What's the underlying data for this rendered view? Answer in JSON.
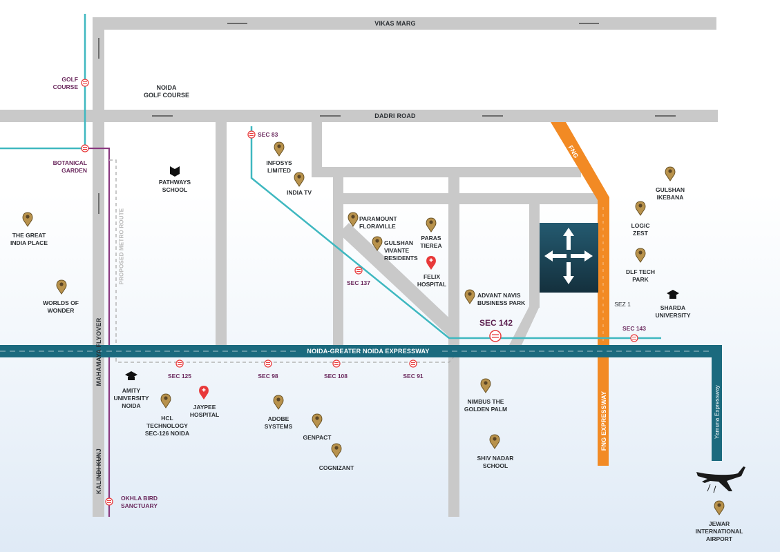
{
  "roads": {
    "vikas_marg": "VIKAS MARG",
    "dadri_road": "DADRI ROAD",
    "noida_greater_noida_expressway": "NOIDA-GREATER NOIDA EXPRESSWAY",
    "mahamaya_flyover": "MAHAMAYA FLYOVER",
    "kalindi_kunj": "KALINDI KUNJ",
    "fng": "FNG",
    "fng_expressway": "FNG EXPRESSWAY",
    "yamuna_expressway": "Yamuna Expressway",
    "proposed_metro_route": "PROPOSED METRO ROUTE"
  },
  "areas": {
    "noida_golf_course": "NOIDA\nGOLF COURSE",
    "sez1": "SEZ 1"
  },
  "metro_stations": {
    "golf_course": "GOLF\nCOURSE",
    "botanical_garden": "BOTANICAL\nGARDEN",
    "okhla_bird_sanctuary": "OKHLA BIRD\nSANCTUARY",
    "sec83": "SEC 83",
    "sec137": "SEC 137",
    "sec142": "SEC 142",
    "sec143": "SEC 143",
    "sec125": "SEC 125",
    "sec98": "SEC 98",
    "sec108": "SEC 108",
    "sec91": "SEC 91"
  },
  "places": {
    "the_great_india_place": "THE GREAT\nINDIA PLACE",
    "worlds_of_wonder": "WORLDS OF\nWONDER",
    "pathways_school": "PATHWAYS\nSCHOOL",
    "infosys": "INFOSYS\nLIMITED",
    "india_tv": "INDIA TV",
    "paramount": "PARAMOUNT\nFLORAVILLE",
    "gulshan_vivante": "GULSHAN\nVIVANTE\nRESIDENTS",
    "paras_tierea": "PARAS\nTIEREA",
    "felix_hospital": "FELIX\nHOSPITAL",
    "advant_navis": "ADVANT NAVIS\nBUSINESS PARK",
    "gulshan_ikebana": "GULSHAN\nIKEBANA",
    "logic_zest": "LOGIC\nZEST",
    "dlf_tech_park": "DLF TECH\nPARK",
    "sharda_university": "SHARDA\nUNIVERSITY",
    "amity_university": "AMITY\nUNIVERSITY\nNOIDA",
    "hcl_technology": "HCL\nTECHNOLOGY\nSEC-126 NOIDA",
    "jaypee_hospital": "JAYPEE\nHOSPITAL",
    "adobe_systems": "ADOBE\nSYSTEMS",
    "genpact": "GENPACT",
    "cognizant": "COGNIZANT",
    "nimbus": "NIMBUS THE\nGOLDEN PALM",
    "shiv_nadar": "SHIV NADAR\nSCHOOL",
    "jewar_airport": "JEWAR\nINTERNATIONAL\nAIRPORT"
  },
  "colors": {
    "road": "#c9c9c9",
    "expressway": "#1b6a7e",
    "fng": "#f28a24",
    "metro_blue": "#3fb8c0",
    "metro_purple": "#8a3a80",
    "pin": "#b8924c",
    "red": "#e8393a",
    "project_tile": "#1f4a5c"
  }
}
